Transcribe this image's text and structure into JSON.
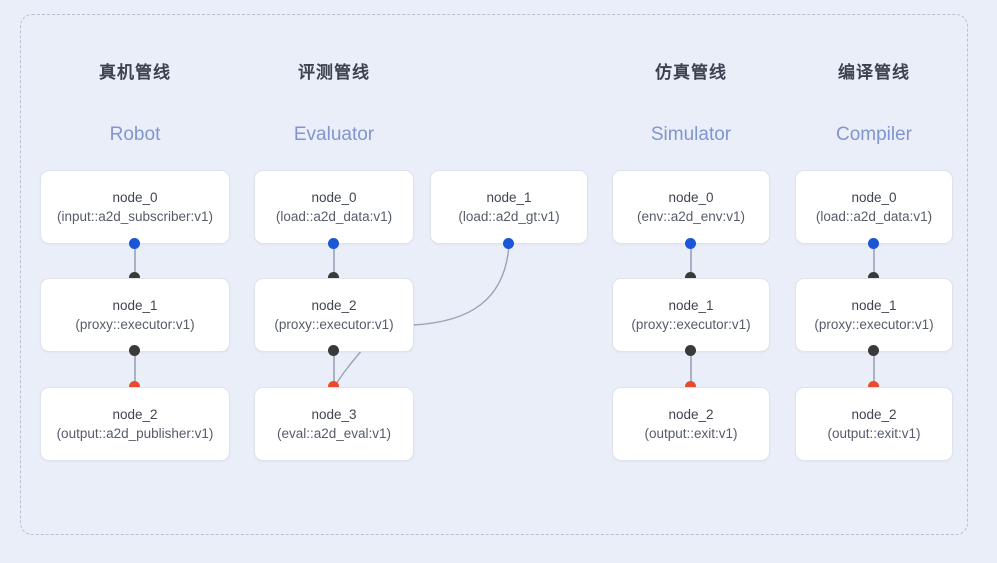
{
  "diagram": {
    "colors": {
      "background": "#eaeef8",
      "frame_border": "#b9c0d0",
      "node_bg": "#ffffff",
      "node_border": "#dfe3ec",
      "title": "#3c4250",
      "subtitle": "#8195cf",
      "port_output": "#1a56d6",
      "port_exec": "#3a3a3a",
      "port_input": "#ea4a2e",
      "wire": "#9aa2b4"
    },
    "columns": [
      {
        "title": "真机管线",
        "subtitle": "Robot",
        "nodes": [
          {
            "id": "node_0",
            "impl": "(input::a2d_subscriber:v1)"
          },
          {
            "id": "node_1",
            "impl": "(proxy::executor:v1)"
          },
          {
            "id": "node_2",
            "impl": "(output::a2d_publisher:v1)"
          }
        ]
      },
      {
        "title": "评测管线",
        "subtitle": "Evaluator",
        "nodes": [
          {
            "id": "node_0",
            "impl": "(load::a2d_data:v1)"
          },
          {
            "id": "node_2",
            "impl": "(proxy::executor:v1)"
          },
          {
            "id": "node_3",
            "impl": "(eval::a2d_eval:v1)"
          }
        ],
        "side_nodes": [
          {
            "id": "node_1",
            "impl": "(load::a2d_gt:v1)"
          }
        ]
      },
      {
        "title": "仿真管线",
        "subtitle": "Simulator",
        "nodes": [
          {
            "id": "node_0",
            "impl": "(env::a2d_env:v1)"
          },
          {
            "id": "node_1",
            "impl": "(proxy::executor:v1)"
          },
          {
            "id": "node_2",
            "impl": "(output::exit:v1)"
          }
        ]
      },
      {
        "title": "编译管线",
        "subtitle": "Compiler",
        "nodes": [
          {
            "id": "node_0",
            "impl": "(load::a2d_data:v1)"
          },
          {
            "id": "node_1",
            "impl": "(proxy::executor:v1)"
          },
          {
            "id": "node_2",
            "impl": "(output::exit:v1)"
          }
        ]
      }
    ]
  }
}
